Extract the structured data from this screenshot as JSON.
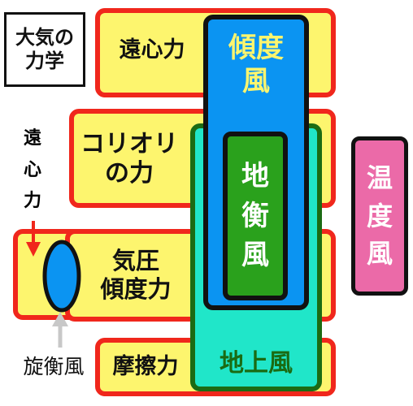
{
  "title": {
    "line1": "大気の",
    "line2": "力学"
  },
  "forces": {
    "centrifugal": "遠心力",
    "coriolis_line1": "コリオリ",
    "coriolis_line2": "の力",
    "pressure_line1": "気圧",
    "pressure_line2": "傾度力",
    "friction": "摩擦力"
  },
  "winds": {
    "gradient": [
      "傾",
      "度",
      "風"
    ],
    "geostrophic": [
      "地",
      "衡",
      "風"
    ],
    "surface": "地上風",
    "thermal": [
      "温",
      "度",
      "風"
    ],
    "cyclostrophic": "旋衡風"
  },
  "side_label": [
    "遠",
    "心",
    "力"
  ],
  "colors": {
    "yellow": "#fdf56e",
    "red": "#f0271c",
    "blue": "#0b94f2",
    "green": "#2aa11c",
    "teal": "#20e6c9",
    "pink": "#eb6aa8",
    "dark_green": "#1c6b14",
    "gray": "#c8c8c8"
  }
}
